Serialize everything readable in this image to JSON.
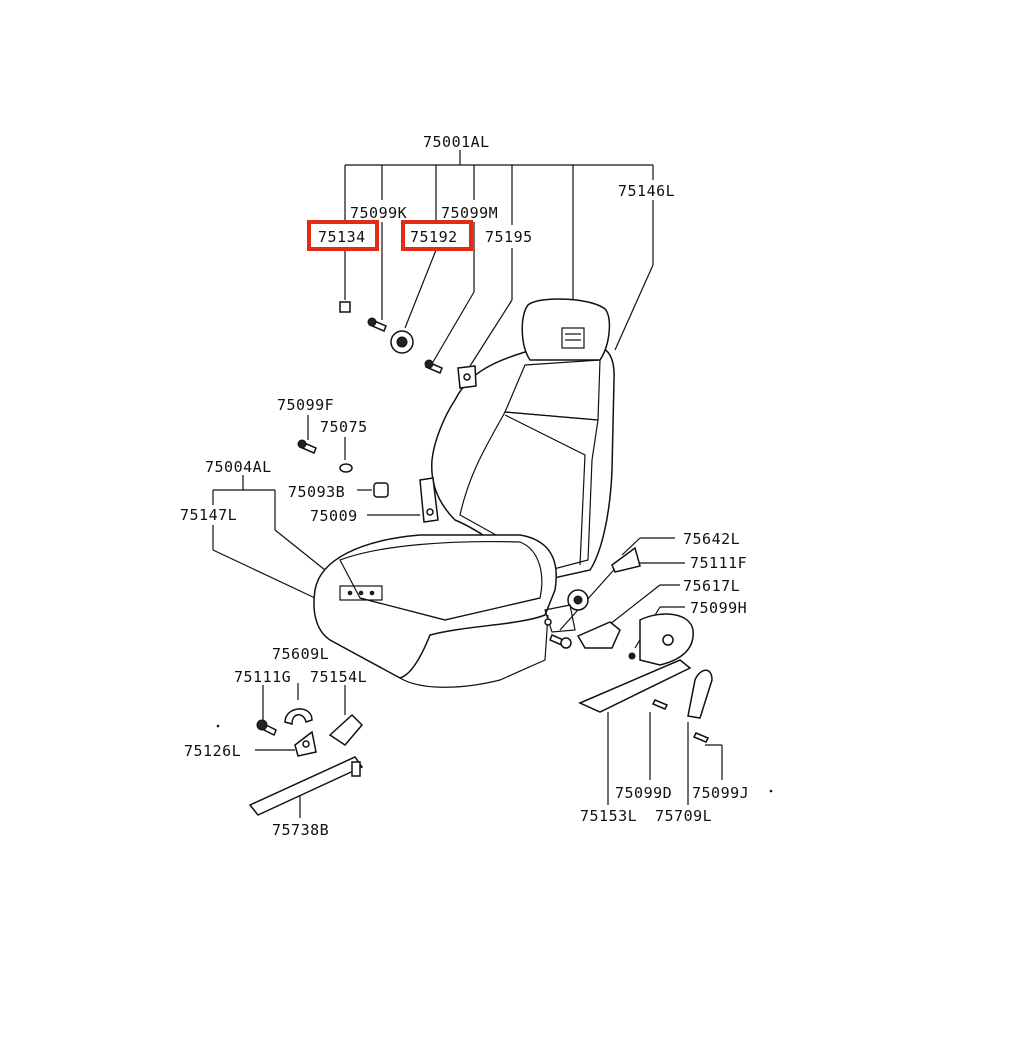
{
  "highlight_color": "#e32b17",
  "parts": {
    "p75001AL": "75001AL",
    "p75146L": "75146L",
    "p75099K": "75099K",
    "p75099M": "75099M",
    "p75134": "75134",
    "p75192": "75192",
    "p75195": "75195",
    "p75099F": "75099F",
    "p75075": "75075",
    "p75004AL": "75004AL",
    "p75093B": "75093B",
    "p75147L": "75147L",
    "p75009": "75009",
    "p75642L": "75642L",
    "p75111F": "75111F",
    "p75617L": "75617L",
    "p75099H": "75099H",
    "p75609L": "75609L",
    "p75111G": "75111G",
    "p75154L": "75154L",
    "p75126L": "75126L",
    "p75738B": "75738B",
    "p75099D": "75099D",
    "p75099J": "75099J",
    "p75153L": "75153L",
    "p75709L": "75709L"
  }
}
